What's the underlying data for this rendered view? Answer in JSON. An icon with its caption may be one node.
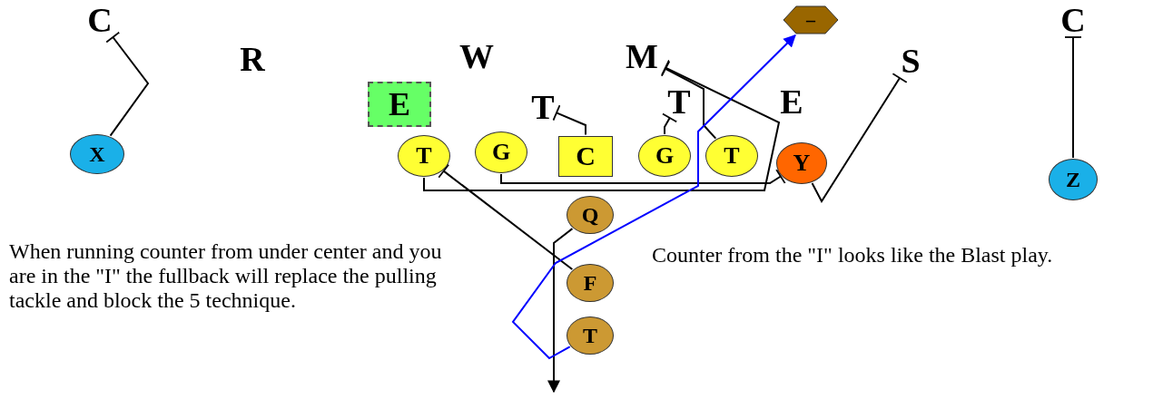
{
  "diagram": {
    "nodes": [
      {
        "text": [
          "C"
        ]
      },
      {
        "text": [
          "R"
        ]
      },
      {
        "text": [
          "W"
        ]
      },
      {
        "text": [
          "M"
        ]
      },
      {
        "text": [
          "S"
        ]
      },
      {
        "text": [
          "C"
        ]
      },
      {
        "text": [
          "E"
        ]
      },
      {
        "text": [
          "T"
        ]
      },
      {
        "text": [
          "T"
        ]
      },
      {
        "text": [
          "E"
        ]
      },
      {
        "text": [
          "X"
        ]
      },
      {
        "text": [
          "T"
        ]
      },
      {
        "text": [
          "G"
        ]
      },
      {
        "text": [
          "C"
        ]
      },
      {
        "text": [
          "G"
        ]
      },
      {
        "text": [
          "T"
        ]
      },
      {
        "text": [
          "Y"
        ]
      },
      {
        "text": [
          "Z"
        ]
      },
      {
        "text": [
          "Q"
        ]
      },
      {
        "text": [
          "F"
        ]
      },
      {
        "text": [
          "T"
        ]
      },
      {
        "text": [
          "–"
        ]
      }
    ],
    "edges": [
      {
        "from": 10,
        "to": 0,
        "arrow": "other"
      },
      {
        "from": 17,
        "to": 5,
        "arrow": "other"
      },
      {
        "from": 16,
        "to": 4,
        "arrow": "other"
      },
      {
        "from": 13,
        "to": 7,
        "arrow": "other"
      },
      {
        "from": 14,
        "to": 8,
        "arrow": "other"
      },
      {
        "from": 15,
        "to": 3,
        "arrow": "other"
      },
      {
        "from": 11,
        "to": 3,
        "arrow": "other"
      },
      {
        "from": 12,
        "to": 16,
        "arrow": "other"
      },
      {
        "from": 19,
        "to": 11,
        "arrow": "other"
      },
      {
        "from": 18,
        "to": null,
        "arrow": "to"
      },
      {
        "from": 20,
        "to": 21,
        "arrow": "to",
        "color": "#0000ff"
      }
    ],
    "labels": [
      "When running counter from under center and you are in the \"I\" the fullback will replace the pulling tackle and block the 5 technique.",
      "Counter from the \"I\" looks like the Blast play."
    ]
  }
}
